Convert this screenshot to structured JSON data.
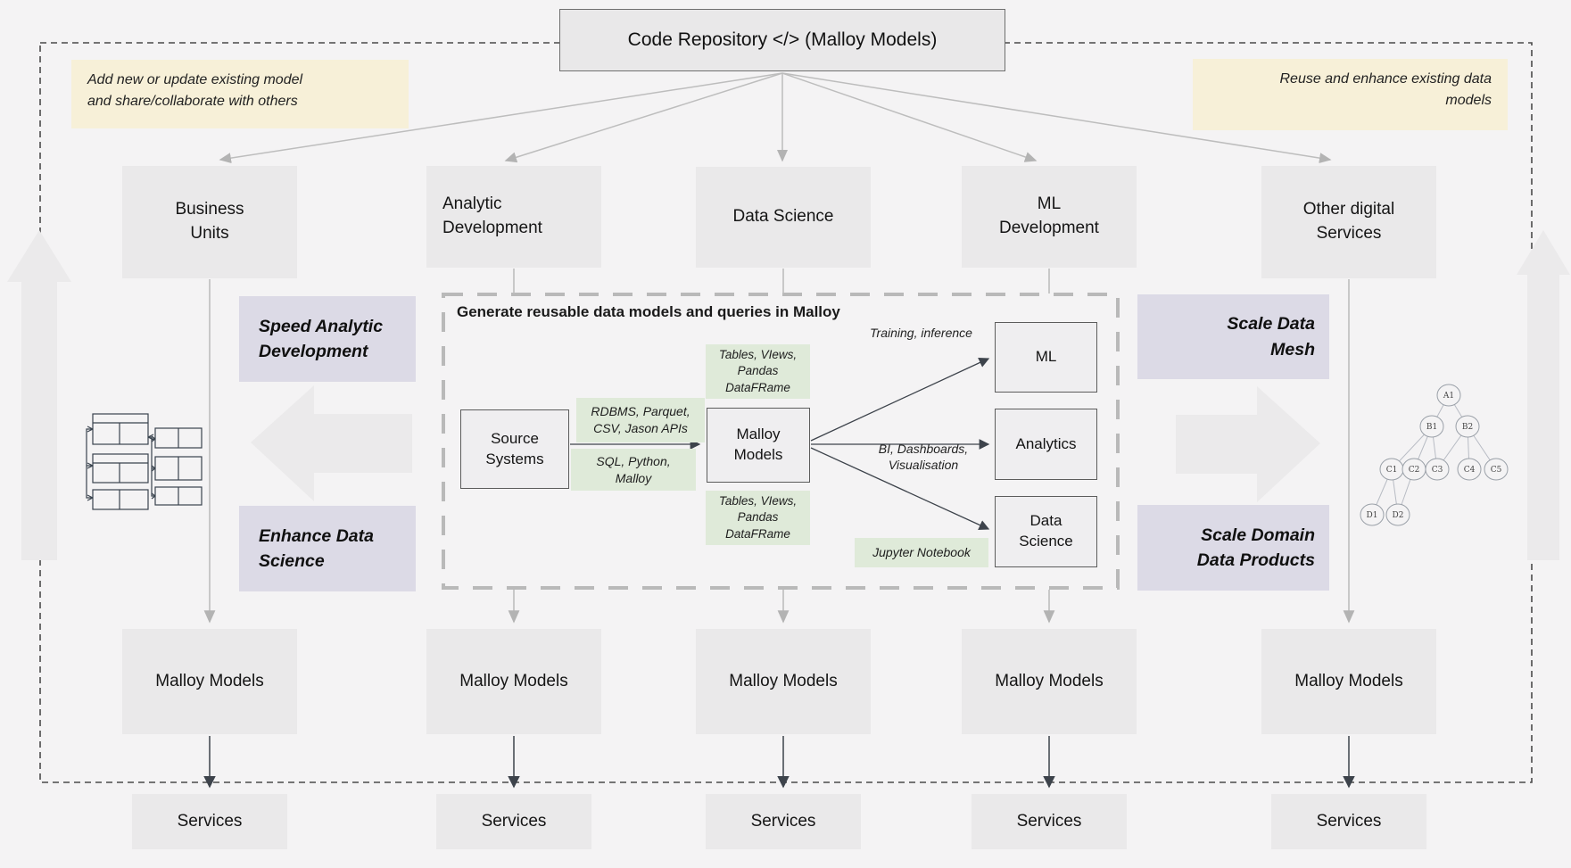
{
  "header": {
    "code_repository": "Code Repository </> (Malloy Models)"
  },
  "notes": {
    "left": "Add new  or update existing model\nand share/collaborate with others",
    "right": "Reuse and enhance existing data\nmodels"
  },
  "columns": [
    {
      "top": "Business\nUnits",
      "malloy": "Malloy Models",
      "services": "Services"
    },
    {
      "top": "Analytic\nDevelopment",
      "malloy": "Malloy Models",
      "services": "Services"
    },
    {
      "top": "Data Science",
      "malloy": "Malloy Models",
      "services": "Services"
    },
    {
      "top": "ML\nDevelopment",
      "malloy": "Malloy Models",
      "services": "Services"
    },
    {
      "top": "Other digital\nServices",
      "malloy": "Malloy Models",
      "services": "Services"
    }
  ],
  "side_labels": {
    "speed_analytic": "Speed Analytic\nDevelopment",
    "enhance_data_science": "Enhance Data\nScience",
    "scale_data_mesh": "Scale Data\nMesh",
    "scale_domain": "Scale Domain\nData Products"
  },
  "pipeline": {
    "title": "Generate reusable data models and queries in Malloy",
    "source_label": "Source\nSystems",
    "malloy_label": "Malloy\nModels",
    "ml_label": "ML",
    "analytics_label": "Analytics",
    "data_science_label": "Data\nScience",
    "io_labels": {
      "rdbms": "RDBMS, Parquet,\nCSV, Jason APIs",
      "sql": "SQL, Python,\nMalloy",
      "tables_top": "Tables, VIews,\nPandas\nDataFRame",
      "tables_bottom": "Tables, VIews,\nPandas\nDataFRame",
      "jupyter": "Jupyter Notebook",
      "training": "Training, inference",
      "bi": "BI, Dashboards,\nVisualisation"
    }
  },
  "tree": {
    "nodes": [
      "A1",
      "B1",
      "B2",
      "C1",
      "C2",
      "C3",
      "C4",
      "C5",
      "D1",
      "D2"
    ]
  },
  "colors": {
    "background": "#f4f3f4",
    "box_fill": "#eae9ea",
    "note_fill": "#f7f0d8",
    "purple_fill": "#dcdae6",
    "green_fill": "#dfead9",
    "arrow_light": "#bdbdbd",
    "arrow_dark": "#3d434b"
  }
}
